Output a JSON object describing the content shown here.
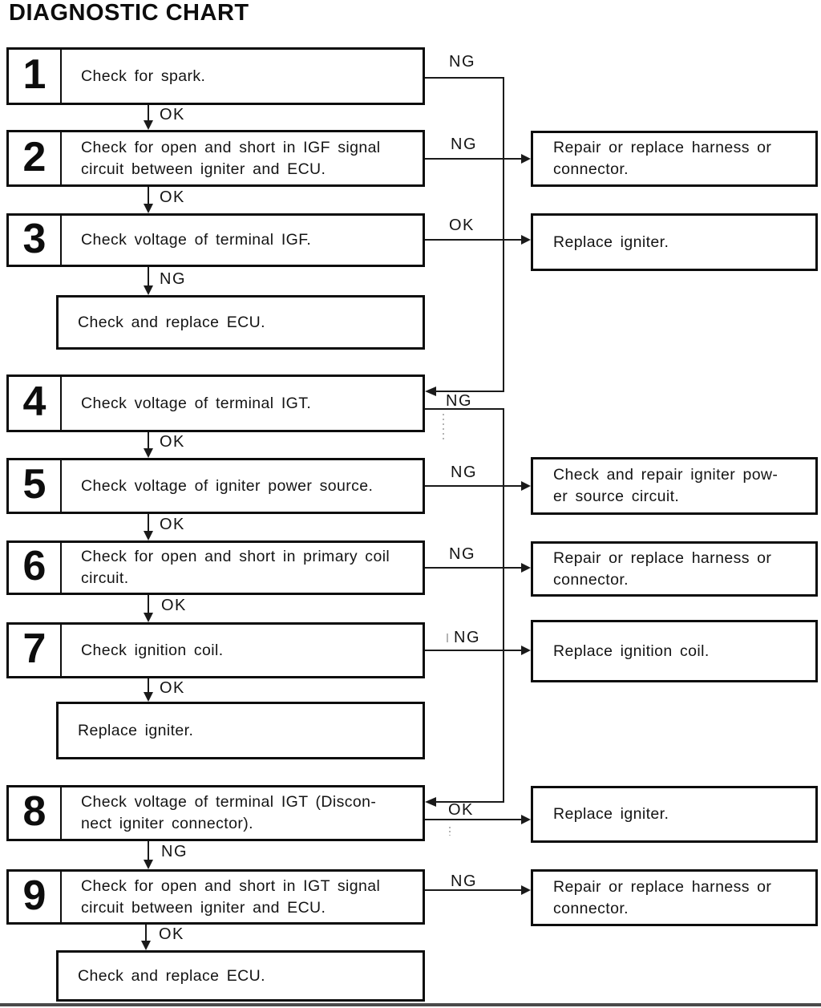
{
  "title": "DIAGNOSTIC CHART",
  "labels": {
    "ok": "OK",
    "ng": "NG"
  },
  "colors": {
    "line": "#1a1a1a",
    "text": "#141414",
    "page_rule": "#4a4a4a"
  },
  "steps": [
    {
      "number": "1",
      "lines": [
        "Check for spark."
      ]
    },
    {
      "number": "2",
      "lines": [
        "Check for open and short in IGF signal",
        "circuit between igniter and ECU."
      ]
    },
    {
      "number": "3",
      "lines": [
        "Check voltage of terminal IGF."
      ]
    },
    {
      "number": "4",
      "lines": [
        "Check voltage of terminal IGT."
      ]
    },
    {
      "number": "5",
      "lines": [
        "Check voltage of igniter power source."
      ]
    },
    {
      "number": "6",
      "lines": [
        "Check for open and short in primary coil",
        "circuit."
      ]
    },
    {
      "number": "7",
      "lines": [
        "Check ignition coil."
      ]
    },
    {
      "number": "8",
      "lines": [
        "Check voltage of terminal IGT (Discon-",
        "nect igniter connector)."
      ]
    },
    {
      "number": "9",
      "lines": [
        "Check for open and short in IGT signal",
        "circuit between igniter and ECU."
      ]
    }
  ],
  "terminals": [
    {
      "lines": [
        "Check and replace ECU."
      ]
    },
    {
      "lines": [
        "Replace igniter."
      ]
    },
    {
      "lines": [
        "Check and replace ECU."
      ]
    }
  ],
  "actions": [
    {
      "lines": [
        "Repair or replace harness or",
        "connector."
      ]
    },
    {
      "lines": [
        "Replace igniter."
      ]
    },
    {
      "lines": [
        "Check and repair igniter pow-",
        "er source circuit."
      ]
    },
    {
      "lines": [
        "Repair or replace harness or",
        "connector."
      ]
    },
    {
      "lines": [
        "Replace ignition coil."
      ]
    },
    {
      "lines": [
        "Replace igniter."
      ]
    },
    {
      "lines": [
        "Repair or replace harness or",
        "connector."
      ]
    }
  ]
}
